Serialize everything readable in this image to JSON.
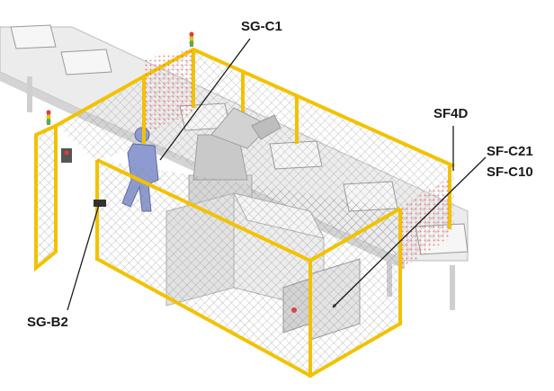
{
  "labels": {
    "sg_c1": "SG-C1",
    "sf4d": "SF4D",
    "sf_c21": "SF-C21",
    "sf_c10": "SF-C10",
    "sg_b2": "SG-B2"
  },
  "colors": {
    "fence_frame": "#f2c200",
    "fence_mesh": "#8a8a8a",
    "light_curtain_beams": "#e86b6b",
    "conveyor": "#e6e6e6",
    "robot": "#cfcfcf",
    "operator": "#8d9bd0",
    "control_cabinet": "#d9d9d9",
    "leader_line": "#1a1a1a"
  }
}
